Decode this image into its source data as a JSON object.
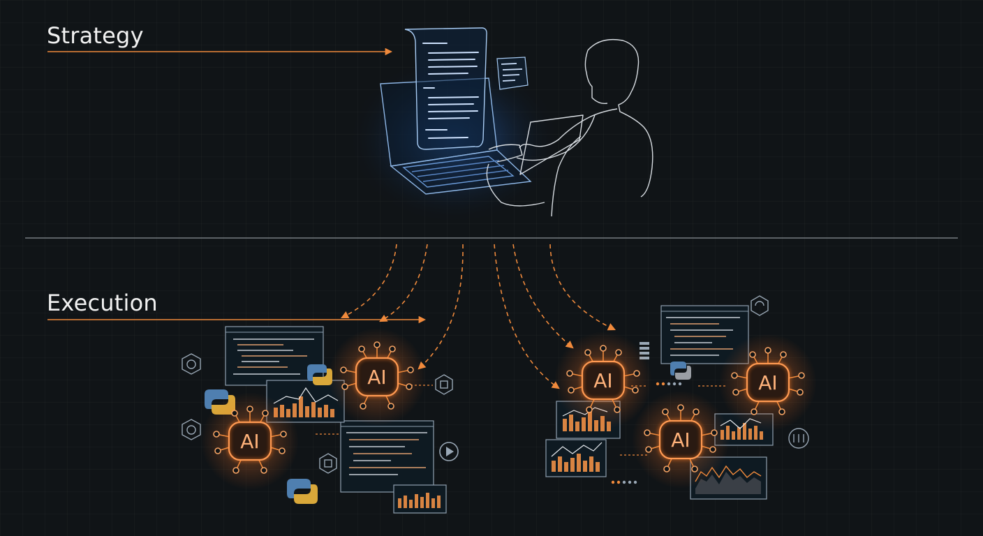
{
  "sections": {
    "strategy": {
      "label": "Strategy"
    },
    "execution": {
      "label": "Execution"
    }
  },
  "agents": [
    {
      "label": "AI"
    },
    {
      "label": "AI"
    },
    {
      "label": "AI"
    },
    {
      "label": "AI"
    },
    {
      "label": "AI"
    }
  ],
  "colors": {
    "background": "#101417",
    "strategy_accent": "#4aa3ff",
    "execution_accent": "#f08a3c",
    "divider": "#8a9096"
  },
  "icons": [
    "person-icon",
    "laptop-icon",
    "document-icon",
    "python-icon",
    "gear-icon",
    "play-icon",
    "bar-chart-icon",
    "line-chart-icon",
    "code-window-icon",
    "ai-chip-icon"
  ]
}
